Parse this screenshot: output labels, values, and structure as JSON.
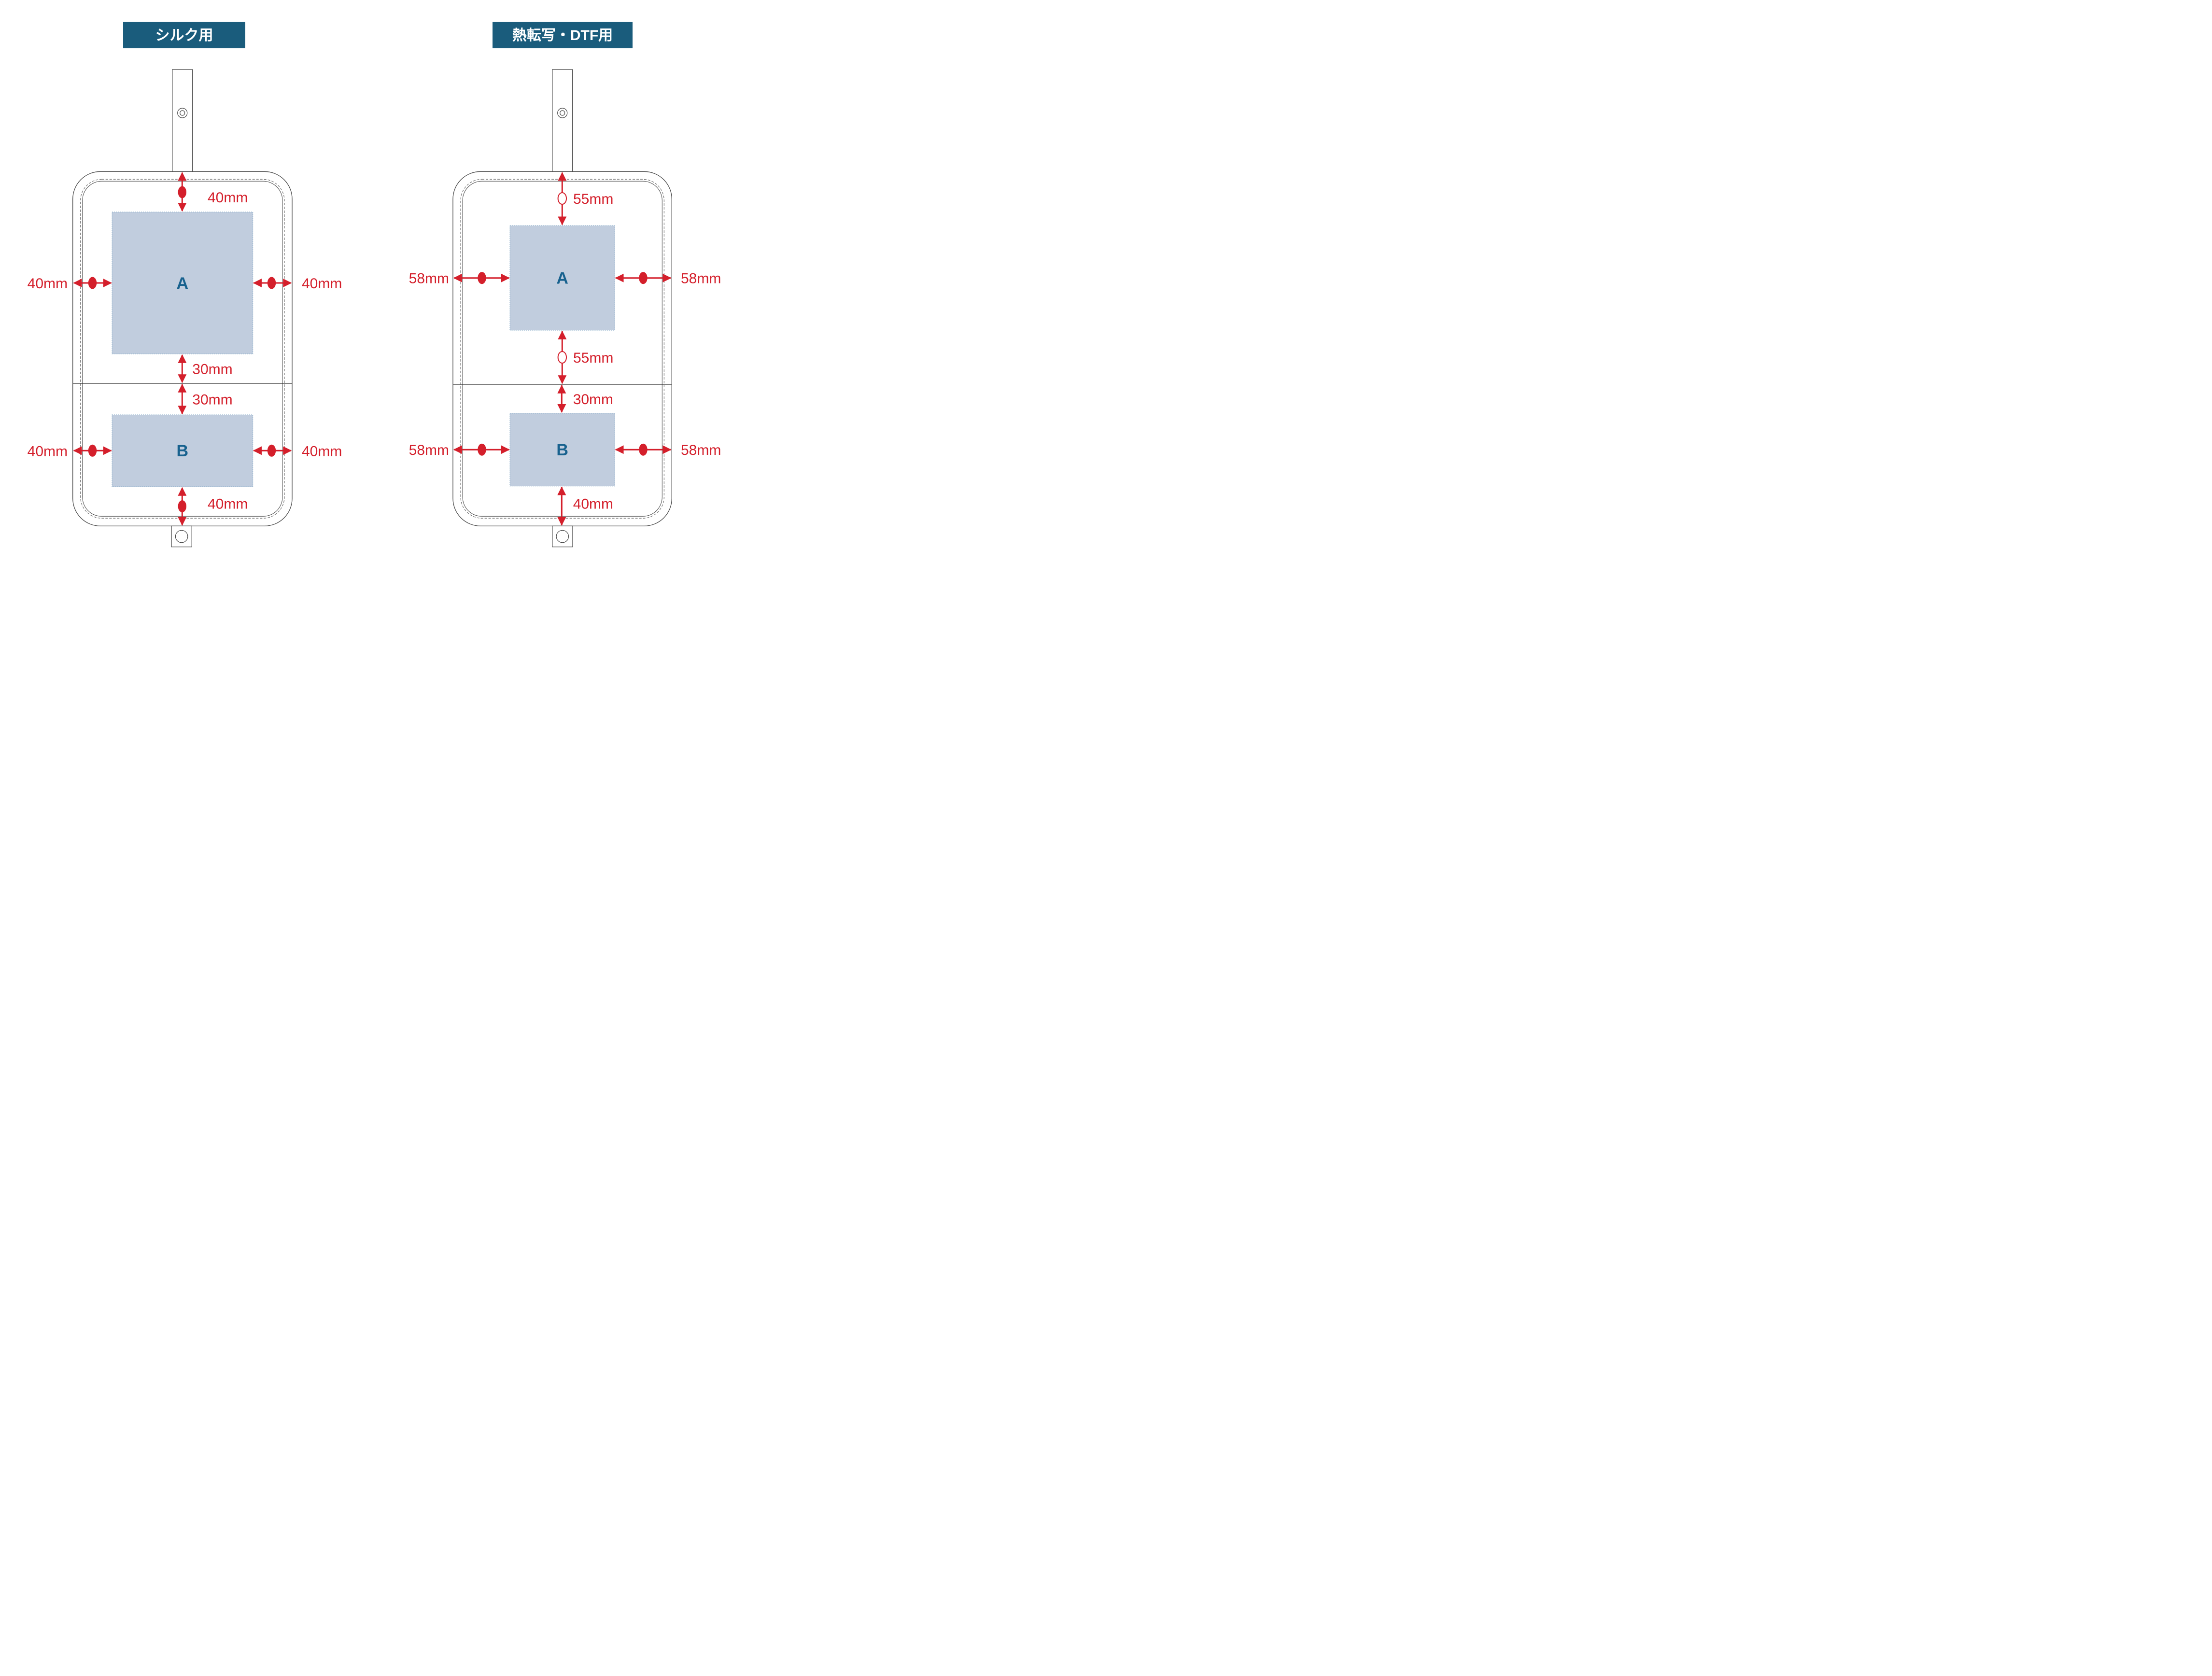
{
  "colors": {
    "accent_red": "#d41f2b",
    "title_bg": "#1a5c7c",
    "title_text": "#ffffff",
    "area_fill": "#c1cdde",
    "area_border": "#7fa6c4",
    "area_label": "#17618e",
    "outline": "#474747"
  },
  "panels": [
    {
      "title": "シルク用",
      "area_a": "A",
      "area_b": "B",
      "dims": {
        "top": "40mm",
        "a_left": "40mm",
        "a_right": "40mm",
        "a_bottom": "30mm",
        "b_top": "30mm",
        "b_left": "40mm",
        "b_right": "40mm",
        "bottom": "40mm"
      }
    },
    {
      "title": "熱転写・DTF用",
      "area_a": "A",
      "area_b": "B",
      "dims": {
        "top": "55mm",
        "a_left": "58mm",
        "a_right": "58mm",
        "a_bottom": "55mm",
        "b_top": "30mm",
        "b_left": "58mm",
        "b_right": "58mm",
        "bottom": "40mm"
      }
    }
  ]
}
